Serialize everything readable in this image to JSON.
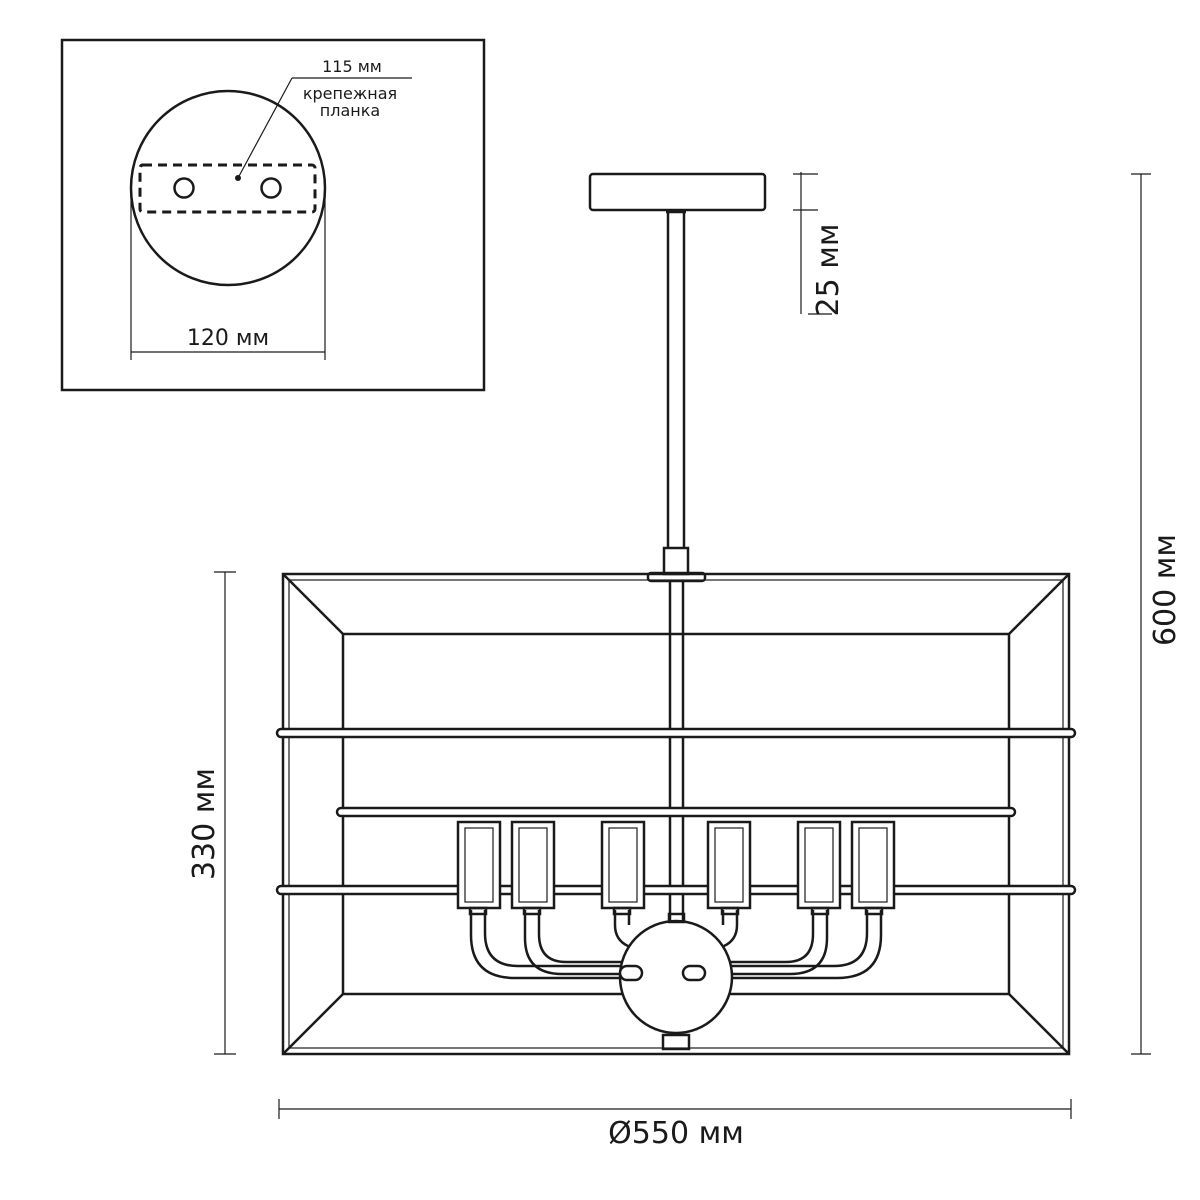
{
  "inset": {
    "label_115": "115 мм",
    "label_plate_1": "крепежная",
    "label_plate_2": "планка",
    "label_120": "120 мм"
  },
  "dimensions": {
    "rod_25": "25 мм",
    "height_600": "600 мм",
    "shade_330": "330 мм",
    "diameter_550": "Ø550 мм"
  }
}
